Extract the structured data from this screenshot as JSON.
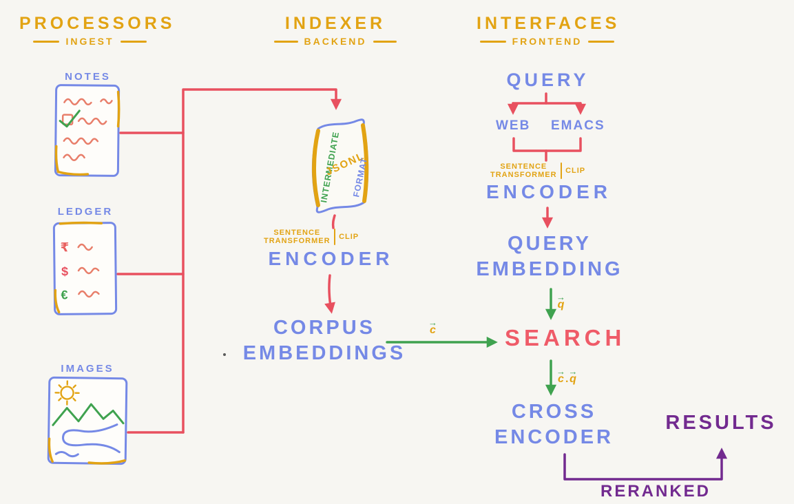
{
  "palette": {
    "background": "#f7f6f2",
    "yellow": "#e2a313",
    "blue": "#7589e6",
    "red": "#e8505f",
    "salmon": "#e87e6a",
    "green": "#3fa24f",
    "purple": "#722a8f",
    "search_red": "#ef5b68"
  },
  "headers": {
    "processors": {
      "title": "PROCESSORS",
      "subtitle": "INGEST"
    },
    "indexer": {
      "title": "INDEXER",
      "subtitle": "BACKEND"
    },
    "interfaces": {
      "title": "INTERFACES",
      "subtitle": "FRONTEND"
    }
  },
  "processors": {
    "notes": {
      "label": "NOTES"
    },
    "ledger": {
      "label": "LEDGER",
      "symbols": {
        "rupee": "₹",
        "dollar": "$",
        "euro": "€"
      }
    },
    "images": {
      "label": "IMAGES"
    }
  },
  "indexer": {
    "scroll": {
      "left": "INTERMEDIATE",
      "center": "JSONL",
      "right": "FORMAT"
    },
    "model": {
      "line1": "SENTENCE",
      "line2": "TRANSFORMER",
      "alt": "CLIP"
    },
    "encoder": "ENCODER",
    "corpus": {
      "line1": "CORPUS",
      "line2": "EMBEDDINGS"
    }
  },
  "interfaces": {
    "query": "QUERY",
    "clients": {
      "web": "WEB",
      "emacs": "EMACS"
    },
    "model": {
      "line1": "SENTENCE",
      "line2": "TRANSFORMER",
      "alt": "CLIP"
    },
    "encoder": "ENCODER",
    "query_embedding": {
      "line1": "QUERY",
      "line2": "EMBEDDING"
    },
    "search": "SEARCH",
    "cross_encoder": {
      "line1": "CROSS",
      "line2": "ENCODER"
    },
    "results": "RESULTS",
    "reranked": "RERANKED"
  },
  "vectors": {
    "arrow": "→",
    "c": "c",
    "q": "q",
    "dot": "."
  }
}
